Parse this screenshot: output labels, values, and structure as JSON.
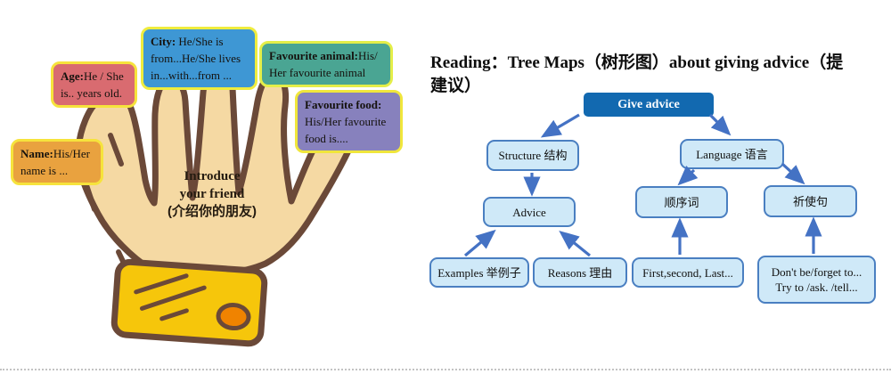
{
  "hand_map": {
    "center_label": {
      "line1": "Introduce",
      "line2": "your friend",
      "line3": "(介绍你的朋友)"
    },
    "finger_labels": [
      {
        "key": "name",
        "title": "Name:",
        "body": "His/Her name is ...",
        "bg": "#E9A23F",
        "border": "#F6E33C"
      },
      {
        "key": "age",
        "title": "Age:",
        "body": "He / She is.. years old.",
        "bg": "#D96B70",
        "border": "#F6E33C"
      },
      {
        "key": "city",
        "title": "City:",
        "body": " He/She is from...He/She lives in...with...from ...",
        "bg": "#3E97D4",
        "border": "#EFEC3E"
      },
      {
        "key": "animal",
        "title": "Favourite animal:",
        "body": "His/ Her favourite animal",
        "bg": "#4AA593",
        "border": "#E4EE49"
      },
      {
        "key": "food",
        "title": "Favourite food:",
        "body": " His/Her  favourite food is....",
        "bg": "#8781BD",
        "border": "#F0E63C"
      }
    ],
    "colors": {
      "skin": "#F5D9A3",
      "outline": "#6B4938",
      "cuff": "#F6C60B",
      "button": "#F08300"
    }
  },
  "tree_map": {
    "title": "Reading：Tree Maps（树形图）about giving advice（提建议）",
    "accent": "#4472C4",
    "node_style": {
      "bg": "#CFE9F8",
      "border": "#4A7FC1"
    },
    "nodes": {
      "root": {
        "label": "Give advice",
        "bg": "#1269B0",
        "fg": "#FFFFFF"
      },
      "structure": {
        "label": "Structure 结构"
      },
      "language": {
        "label": "Language 语言"
      },
      "advice": {
        "label": "Advice"
      },
      "sequence_words": {
        "label": "顺序词"
      },
      "imperatives": {
        "label": "祈使句"
      },
      "examples": {
        "label": "Examples 举例子"
      },
      "reasons": {
        "label": "Reasons 理由"
      },
      "sequence_examples": {
        "label": "First,second, Last..."
      },
      "imperative_examples": {
        "line1": "Don't be/forget to...",
        "line2": "Try to /ask. /tell..."
      }
    }
  }
}
